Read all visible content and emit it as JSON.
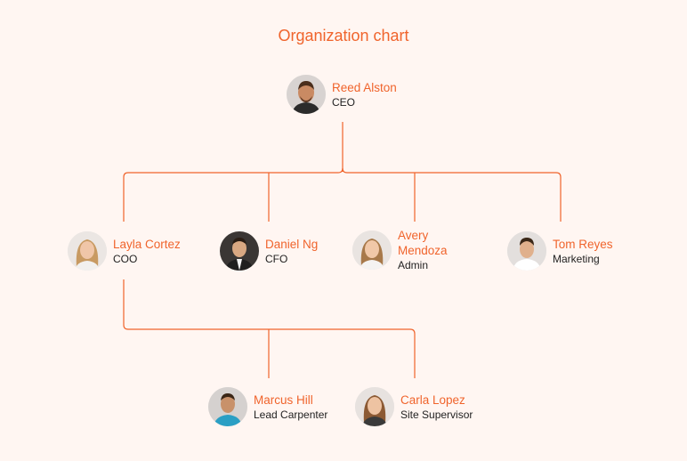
{
  "title": "Organization chart",
  "colors": {
    "accent": "#f0642c",
    "background": "#fff6f2",
    "text": "#222222"
  },
  "people": {
    "reed": {
      "name": "Reed Alston",
      "role": "CEO"
    },
    "layla": {
      "name": "Layla Cortez",
      "role": "COO"
    },
    "daniel": {
      "name": "Daniel Ng",
      "role": "CFO"
    },
    "avery": {
      "name": "Avery Mendoza",
      "role": "Admin"
    },
    "tom": {
      "name": "Tom Reyes",
      "role": "Marketing"
    },
    "marcus": {
      "name": "Marcus Hill",
      "role": "Lead Carpenter"
    },
    "carla": {
      "name": "Carla Lopez",
      "role": "Site Supervisor"
    }
  }
}
